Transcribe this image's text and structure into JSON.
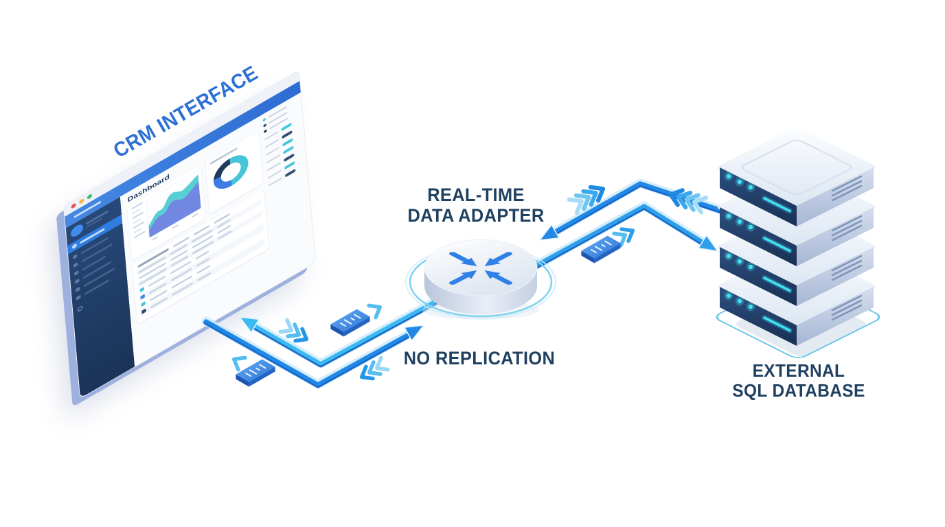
{
  "diagram": {
    "crm": {
      "title": "CRM INTERFACE"
    },
    "adapter": {
      "title_line1": "REAL-TIME",
      "title_line2": "DATA ADAPTER",
      "subtitle": "NO REPLICATION"
    },
    "database": {
      "title_line1": "EXTERNAL",
      "title_line2": "SQL DATABASE"
    },
    "edges": [
      {
        "from": "external-sql-database",
        "to": "real-time-data-adapter",
        "bidirectional": true
      },
      {
        "from": "real-time-data-adapter",
        "to": "crm-interface",
        "bidirectional": true
      }
    ]
  },
  "crm_window": {
    "heading": "Dashboard",
    "window_controls": [
      "close",
      "minimize",
      "maximize"
    ],
    "sidebar_item_count": 6,
    "donut_segments_pct": [
      50,
      27,
      23
    ],
    "donut_colors": [
      "#47c5d8",
      "#3b7de2",
      "#223a5e"
    ],
    "legend_dot_colors": [
      "#49c7d9",
      "#2d4a6b",
      "#1d2f47"
    ],
    "status_pill_colors": [
      "#49c7d9",
      "#33506e",
      "#49c7d9",
      "#49c7d9",
      "#33506e",
      "#49c7d9",
      "#33506e"
    ],
    "table_row_marker_colors": [
      "#49c7d9",
      "#3f86e8",
      "#49c7d9",
      "#27476e"
    ]
  },
  "colors": {
    "crm_title_blue": "#2e71d5",
    "label_navy": "#20405f",
    "arrow_blue": "#2188e6",
    "arrow_cyan": "#3cb9f0",
    "glow_cyan": "#cdeafb",
    "server_panel_navy": "#1f3a63",
    "server_led_cyan": "#41e2f3",
    "platform_ring_cyan": "#54c0ea",
    "sidebar_navy": "#22456f",
    "active_item_blue": "#2f7de1"
  }
}
